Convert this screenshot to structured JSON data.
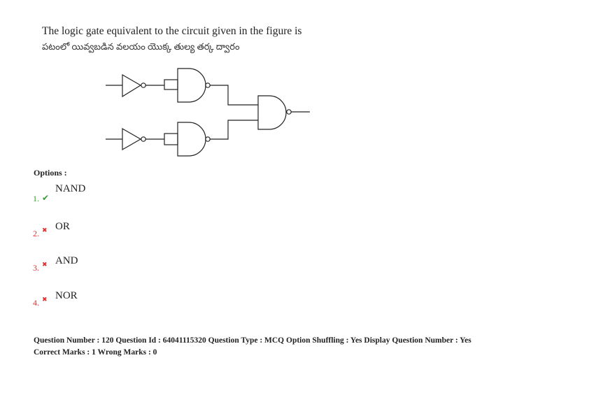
{
  "question": {
    "text_en": "The logic gate equivalent to the circuit given in the figure is",
    "text_te": "పటంలో యివ్వబడిన వలయం యొక్క తుల్య తర్క ద్వారం"
  },
  "options_label": "Options :",
  "options": [
    {
      "number": "1.",
      "label": "NAND",
      "status": "correct",
      "icon": "check-icon",
      "symbol": "✔",
      "color": "#3a9a3a"
    },
    {
      "number": "2.",
      "label": "OR",
      "status": "wrong",
      "icon": "cross-icon",
      "symbol": "✖",
      "color": "#e03030"
    },
    {
      "number": "3.",
      "label": "AND",
      "status": "wrong",
      "icon": "cross-icon",
      "symbol": "✖",
      "color": "#e03030"
    },
    {
      "number": "4.",
      "label": "NOR",
      "status": "wrong",
      "icon": "cross-icon",
      "symbol": "✖",
      "color": "#e03030"
    }
  ],
  "meta": {
    "line1": "Question Number : 120 Question Id : 64041115320 Question Type : MCQ Option Shuffling : Yes Display Question Number : Yes",
    "line2": "Correct Marks : 1 Wrong Marks : 0"
  }
}
